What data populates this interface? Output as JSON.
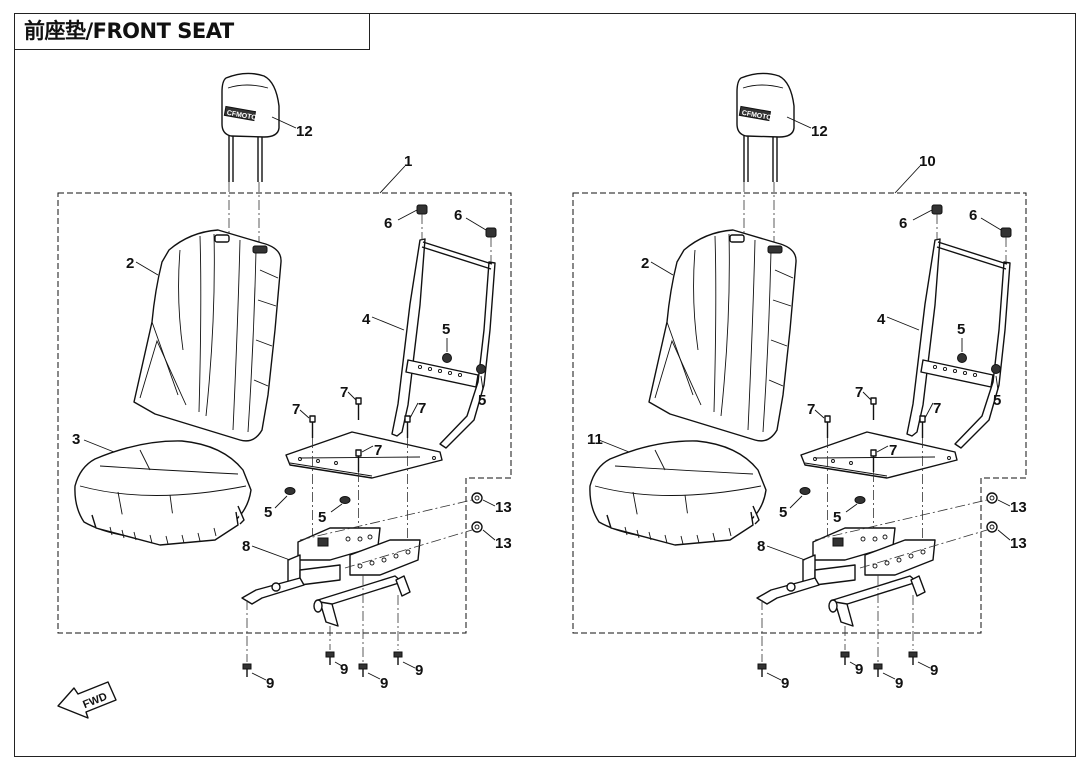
{
  "title": "前座垫/FRONT SEAT",
  "fwd_label": "FWD",
  "headrest_logo": "CFMOTO",
  "assemblies": [
    {
      "assembly_label": "1",
      "labels": {
        "headrest": "12",
        "backrest": "2",
        "cushion": "3",
        "frame": "4",
        "cap_a": "6",
        "cap_b": "6",
        "nut_upper": "5",
        "nut_side": "5",
        "nut_lower_a": "5",
        "nut_lower_b": "5",
        "bolt_a": "7",
        "bolt_b": "7",
        "bolt_c": "7",
        "bolt_d": "7",
        "slider": "8",
        "bushing_a": "13",
        "bushing_b": "13",
        "screw_a": "9",
        "screw_b": "9",
        "screw_c": "9",
        "screw_d": "9"
      }
    },
    {
      "assembly_label": "10",
      "labels": {
        "headrest": "12",
        "backrest": "2",
        "cushion": "11",
        "frame": "4",
        "cap_a": "6",
        "cap_b": "6",
        "nut_upper": "5",
        "nut_side": "5",
        "nut_lower_a": "5",
        "nut_lower_b": "5",
        "bolt_a": "7",
        "bolt_b": "7",
        "bolt_c": "7",
        "bolt_d": "7",
        "slider": "8",
        "bushing_a": "13",
        "bushing_b": "13",
        "screw_a": "9",
        "screw_b": "9",
        "screw_c": "9",
        "screw_d": "9"
      }
    }
  ]
}
